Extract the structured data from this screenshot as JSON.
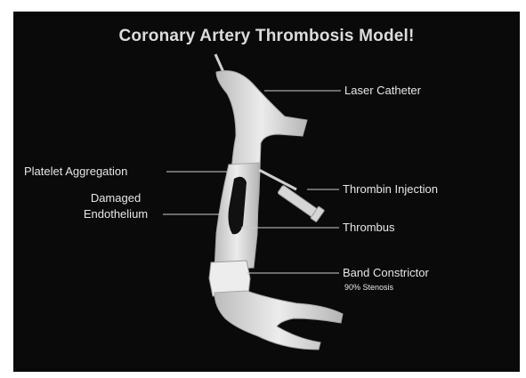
{
  "title": "Coronary Artery Thrombosis Model!",
  "labels": {
    "laser_catheter": "Laser Catheter",
    "platelet_aggregation": "Platelet Aggregation",
    "damaged_line1": "Damaged",
    "damaged_line2": "Endothelium",
    "thrombin_injection": "Thrombin Injection",
    "thrombus": "Thrombus",
    "band_constrictor": "Band Constrictor",
    "stenosis": "90% Stenosis"
  },
  "colors": {
    "background": "#0a0a0a",
    "vessel": "#d9d9d9",
    "text": "#e6e6e6"
  }
}
